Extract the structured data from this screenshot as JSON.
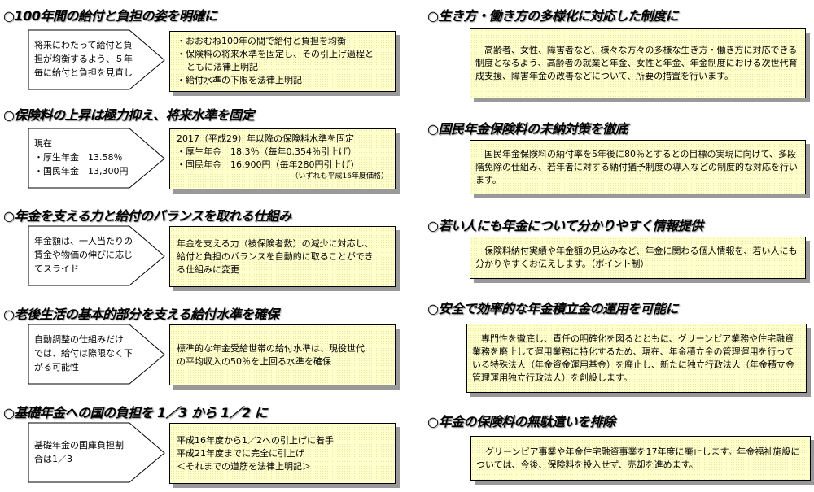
{
  "left_sections": [
    {
      "heading": "○100年間の給付と負担の姿を明確に",
      "current": [
        "将来にわたって給付と負",
        "担が均衡するよう、５年",
        "毎に給付と負担を見直し"
      ],
      "reform": [
        "・おおむね100年の間で給付と負担を均衡",
        "・保険料の将来水準を固定し、その引上げ過程と",
        "ともに法律上明記",
        "・給付水準の下限を法律上明記"
      ]
    },
    {
      "heading": "○保険料の上昇は極力抑え、将来水準を固定",
      "current": [
        "現在",
        "・厚生年金　13.58％",
        "・国民年金　13,300円"
      ],
      "reform": [
        "2017（平成29）年以降の保険料水準を固定",
        "・厚生年金　18.3％（毎年0.354％引上げ）",
        "・国民年金　16,900円（毎年280円引上げ）"
      ],
      "note": "（いずれも平成16年度価格）"
    },
    {
      "heading": "○年金を支える力と給付のバランスを取れる仕組み",
      "current": [
        "年金額は、一人当たりの",
        "賃金や物価の伸びに応じ",
        "てスライド"
      ],
      "reform": [
        "年金を支える力（被保険者数）の減少に対応し、",
        "給付と負担のバランスを自動的に取ることができ",
        "る仕組みに変更"
      ]
    },
    {
      "heading": "○老後生活の基本的部分を支える給付水準を確保",
      "current": [
        "自動調整の仕組みだけ",
        "では、給付は際限なく下",
        "がる可能性"
      ],
      "reform": [
        "標準的な年金受給世帯の給付水準は、現役世代",
        "の平均収入の50％を上回る水準を確保"
      ]
    },
    {
      "heading": "○基礎年金への国の負担を 1／3 から 1／2 に",
      "current": [
        "基礎年金の国庫負担割",
        "合は1／3"
      ],
      "reform": [
        "平成16年度から1／2への引上げに着手",
        "平成21年度までに完全に引上げ",
        "＜それまでの道筋を法律上明記＞"
      ]
    }
  ],
  "right_sections": [
    {
      "heading": "○生き方・働き方の多様化に対応した制度に",
      "body": "高齢者、女性、障害者など、様々な方々の多様な生き方・働き方に対応できる制度となるよう、高齢者の就業と年金、女性と年金、年金制度における次世代育成支援、障害年金の改善などについて、所要の措置を行います。"
    },
    {
      "heading": "○国民年金保険料の未納対策を徹底",
      "body": "国民年金保険料の納付率を5年後に80％とするとの目標の実現に向けて、多段階免除の仕組み、若年者に対する納付猶予制度の導入などの制度的な対応を行います。"
    },
    {
      "heading": "○若い人にも年金について分かりやすく情報提供",
      "body": "保険料納付実績や年金額の見込みなど、年金に関わる個人情報を、若い人にも分かりやすくお伝えします。（ポイント制）"
    },
    {
      "heading": "○安全で効率的な年金積立金の運用を可能に",
      "body": "専門性を徹底し、責任の明確化を図るとともに、グリーンピア業務や住宅融資業務を廃止して運用業務に特化するため、現在、年金積立金の管理運用を行っている特殊法人（年金資金運用基金）を廃止し、新たに独立行政法人（年金積立金管理運用独立行政法人）を創設します。"
    },
    {
      "heading": "○年金の保険料の無駄遣いを排除",
      "body": "グリーンピア事業や年金住宅融資事業を17年度に廃止します。年金福祉施設については、今後、保険料を投入せず、売却を進めます。"
    }
  ]
}
